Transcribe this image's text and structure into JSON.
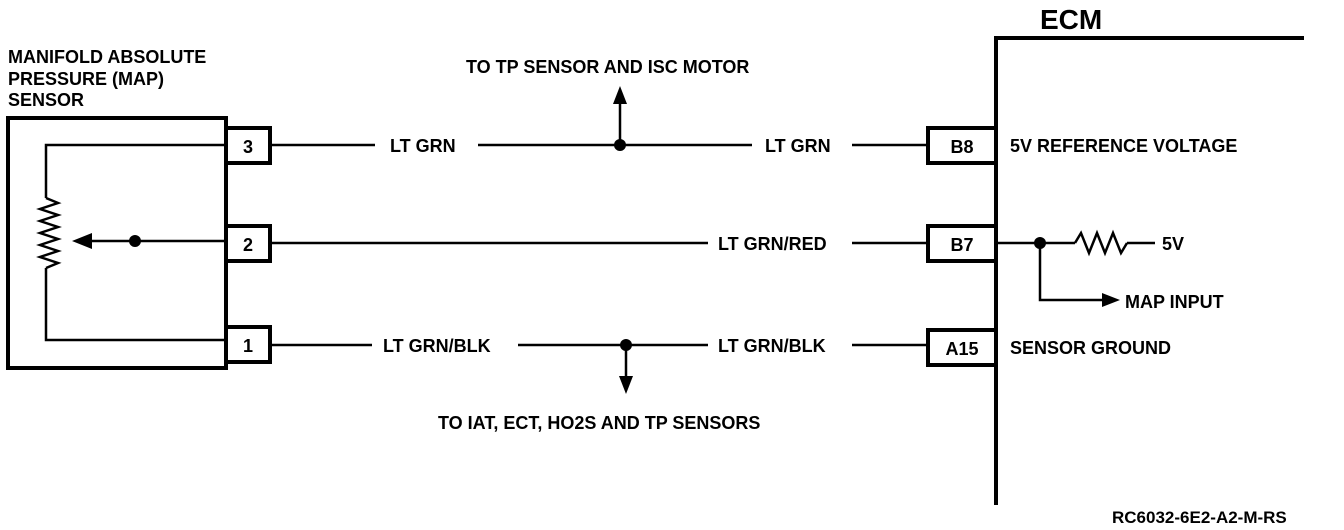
{
  "sensor": {
    "title_line1": "MANIFOLD ABSOLUTE",
    "title_line2": "PRESSURE (MAP)",
    "title_line3": "SENSOR"
  },
  "sensor_pins": {
    "pin3": "3",
    "pin2": "2",
    "pin1": "1"
  },
  "ecm": {
    "title": "ECM",
    "pin_b8": "B8",
    "pin_b7": "B7",
    "pin_a15": "A15",
    "b8_function": "5V REFERENCE VOLTAGE",
    "a15_function": "SENSOR GROUND",
    "pullup_voltage": "5V",
    "map_input": "MAP INPUT"
  },
  "wires": {
    "ref_left": "LT GRN",
    "ref_right": "LT GRN",
    "signal": "LT GRN/RED",
    "ground_left": "LT GRN/BLK",
    "ground_right": "LT GRN/BLK"
  },
  "branches": {
    "ref_branch": "TO TP SENSOR AND ISC MOTOR",
    "ground_branch": "TO IAT, ECT, HO2S AND TP SENSORS"
  },
  "figure_code": "RC6032-6E2-A2-M-RS"
}
